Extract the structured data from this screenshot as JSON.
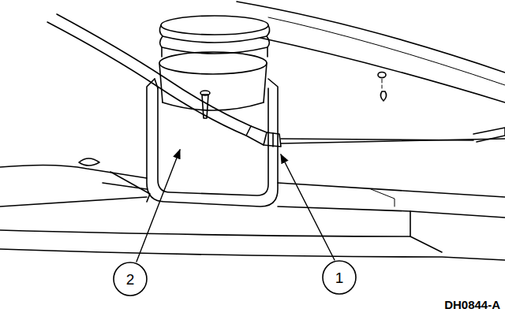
{
  "diagram": {
    "nodes": [
      {
        "text": [
          "2"
        ]
      },
      {
        "text": [
          "1"
        ]
      }
    ],
    "labels": [
      "DH0844-A"
    ]
  }
}
